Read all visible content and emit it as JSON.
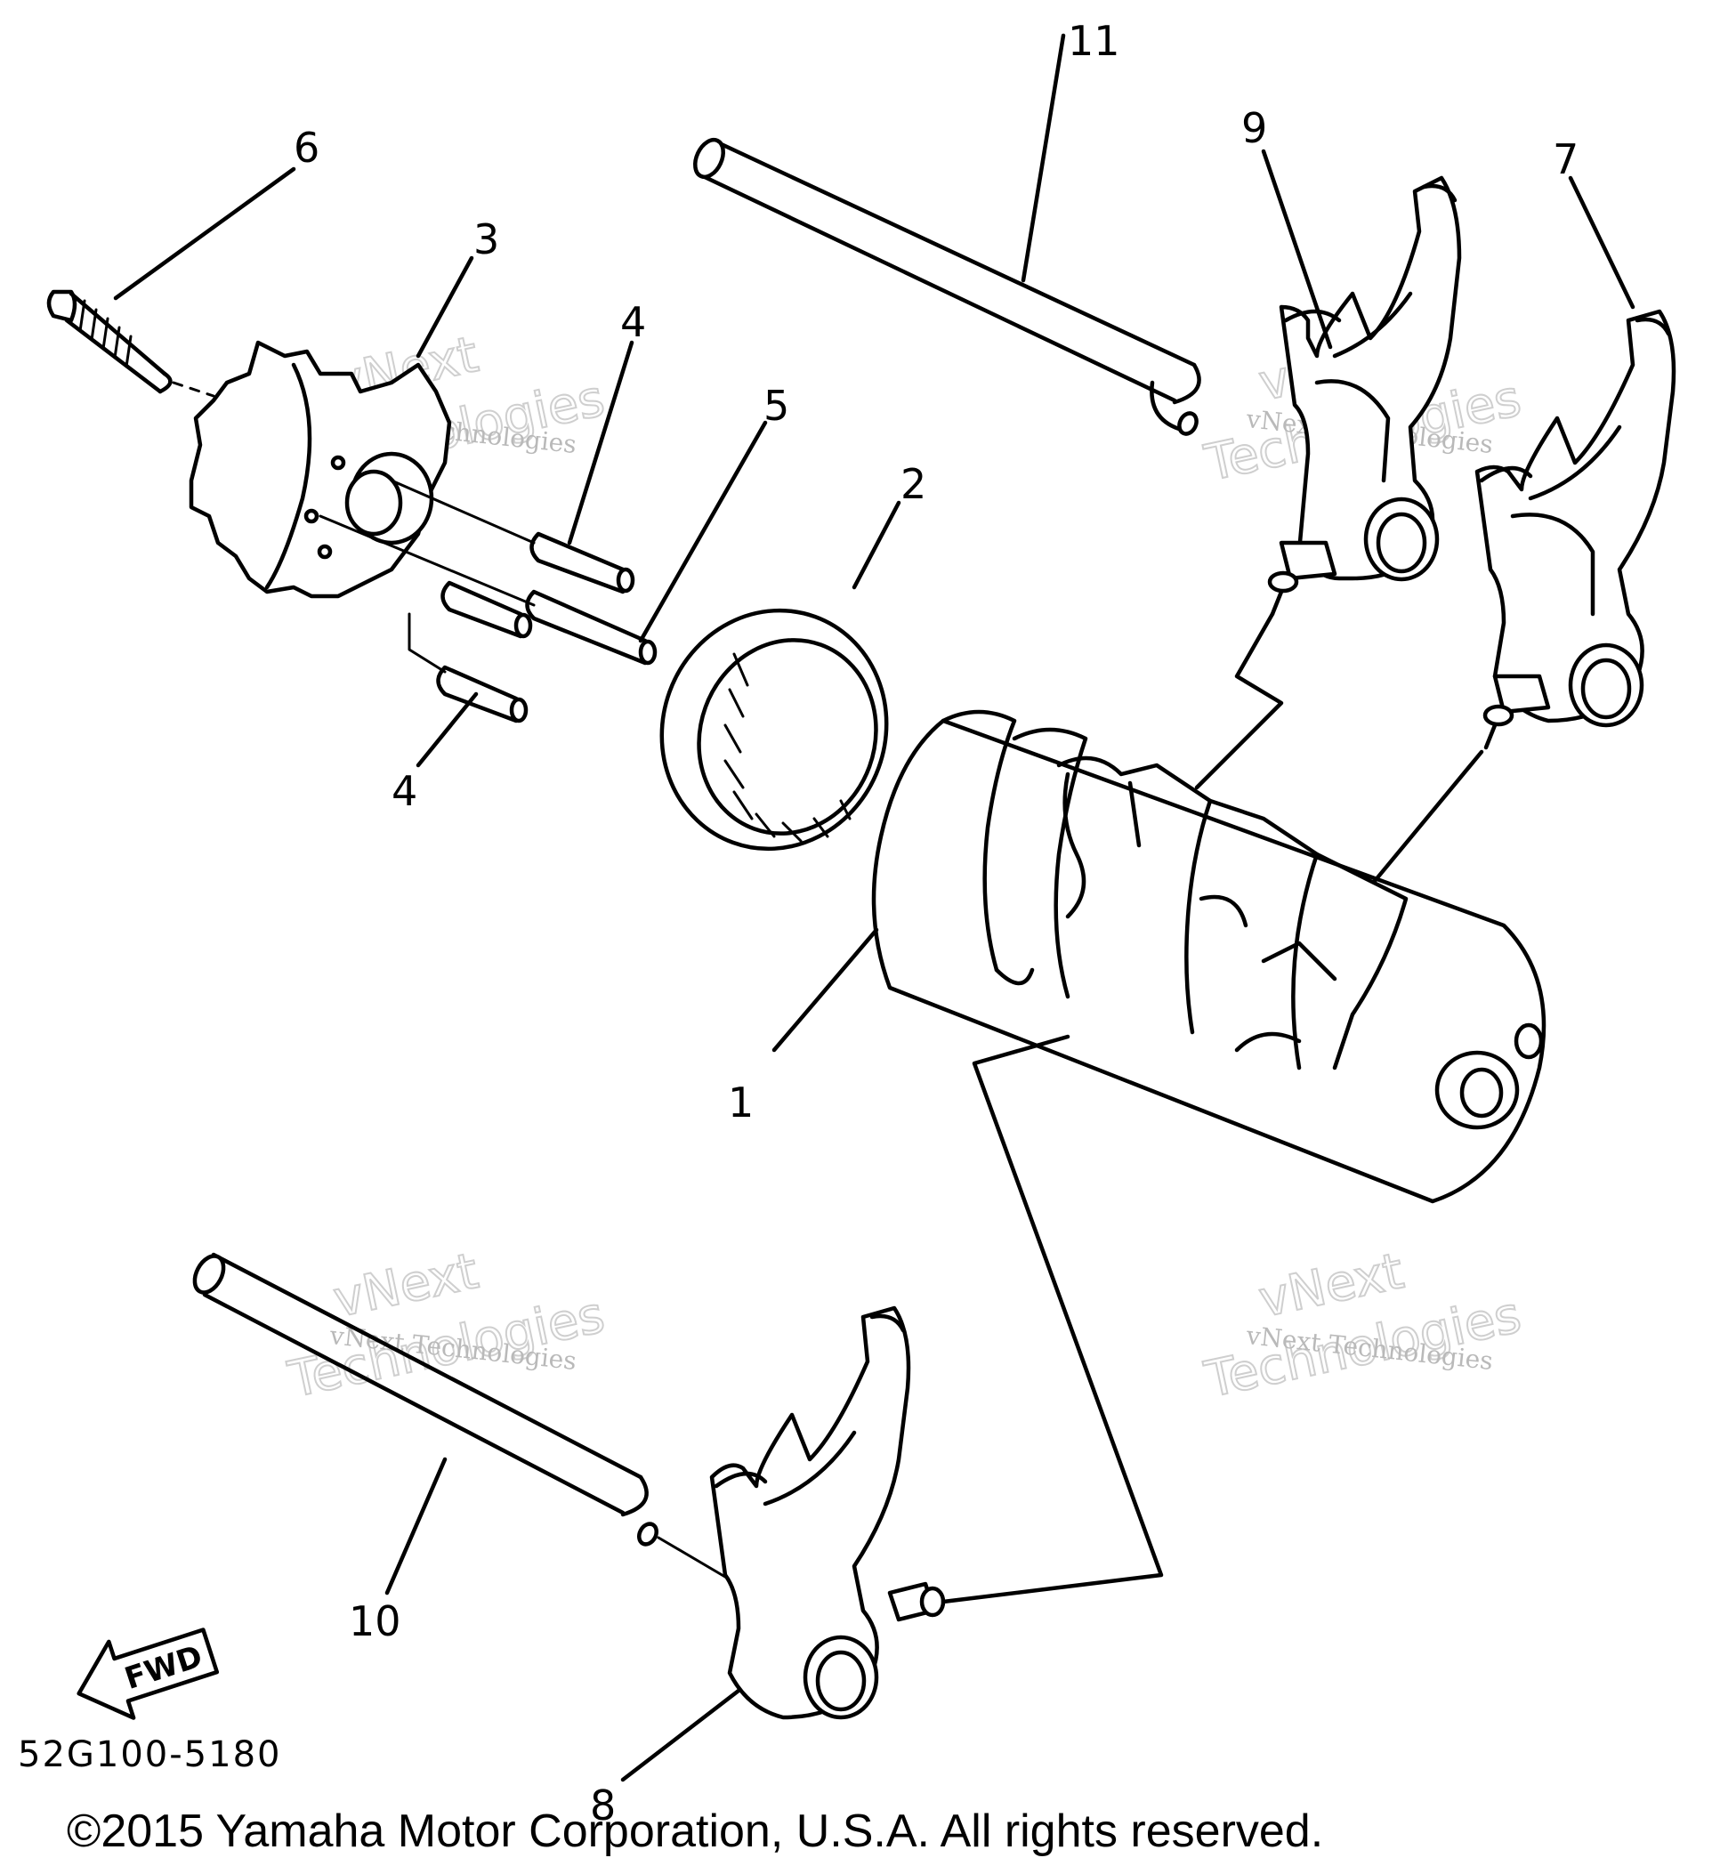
{
  "diagram": {
    "part_labels": {
      "p1": "1",
      "p2": "2",
      "p3": "3",
      "p4a": "4",
      "p4b": "4",
      "p5": "5",
      "p6": "6",
      "p7": "7",
      "p8": "8",
      "p9": "9",
      "p10": "10",
      "p11": "11"
    },
    "direction_marker": "FWD",
    "diagram_code": "52G100-5180",
    "copyright": "©2015 Yamaha Motor Corporation, U.S.A. All rights reserved.",
    "watermark": {
      "line1": "vNext Technologies",
      "line2": "vNext",
      "line3": "Technologies"
    }
  }
}
